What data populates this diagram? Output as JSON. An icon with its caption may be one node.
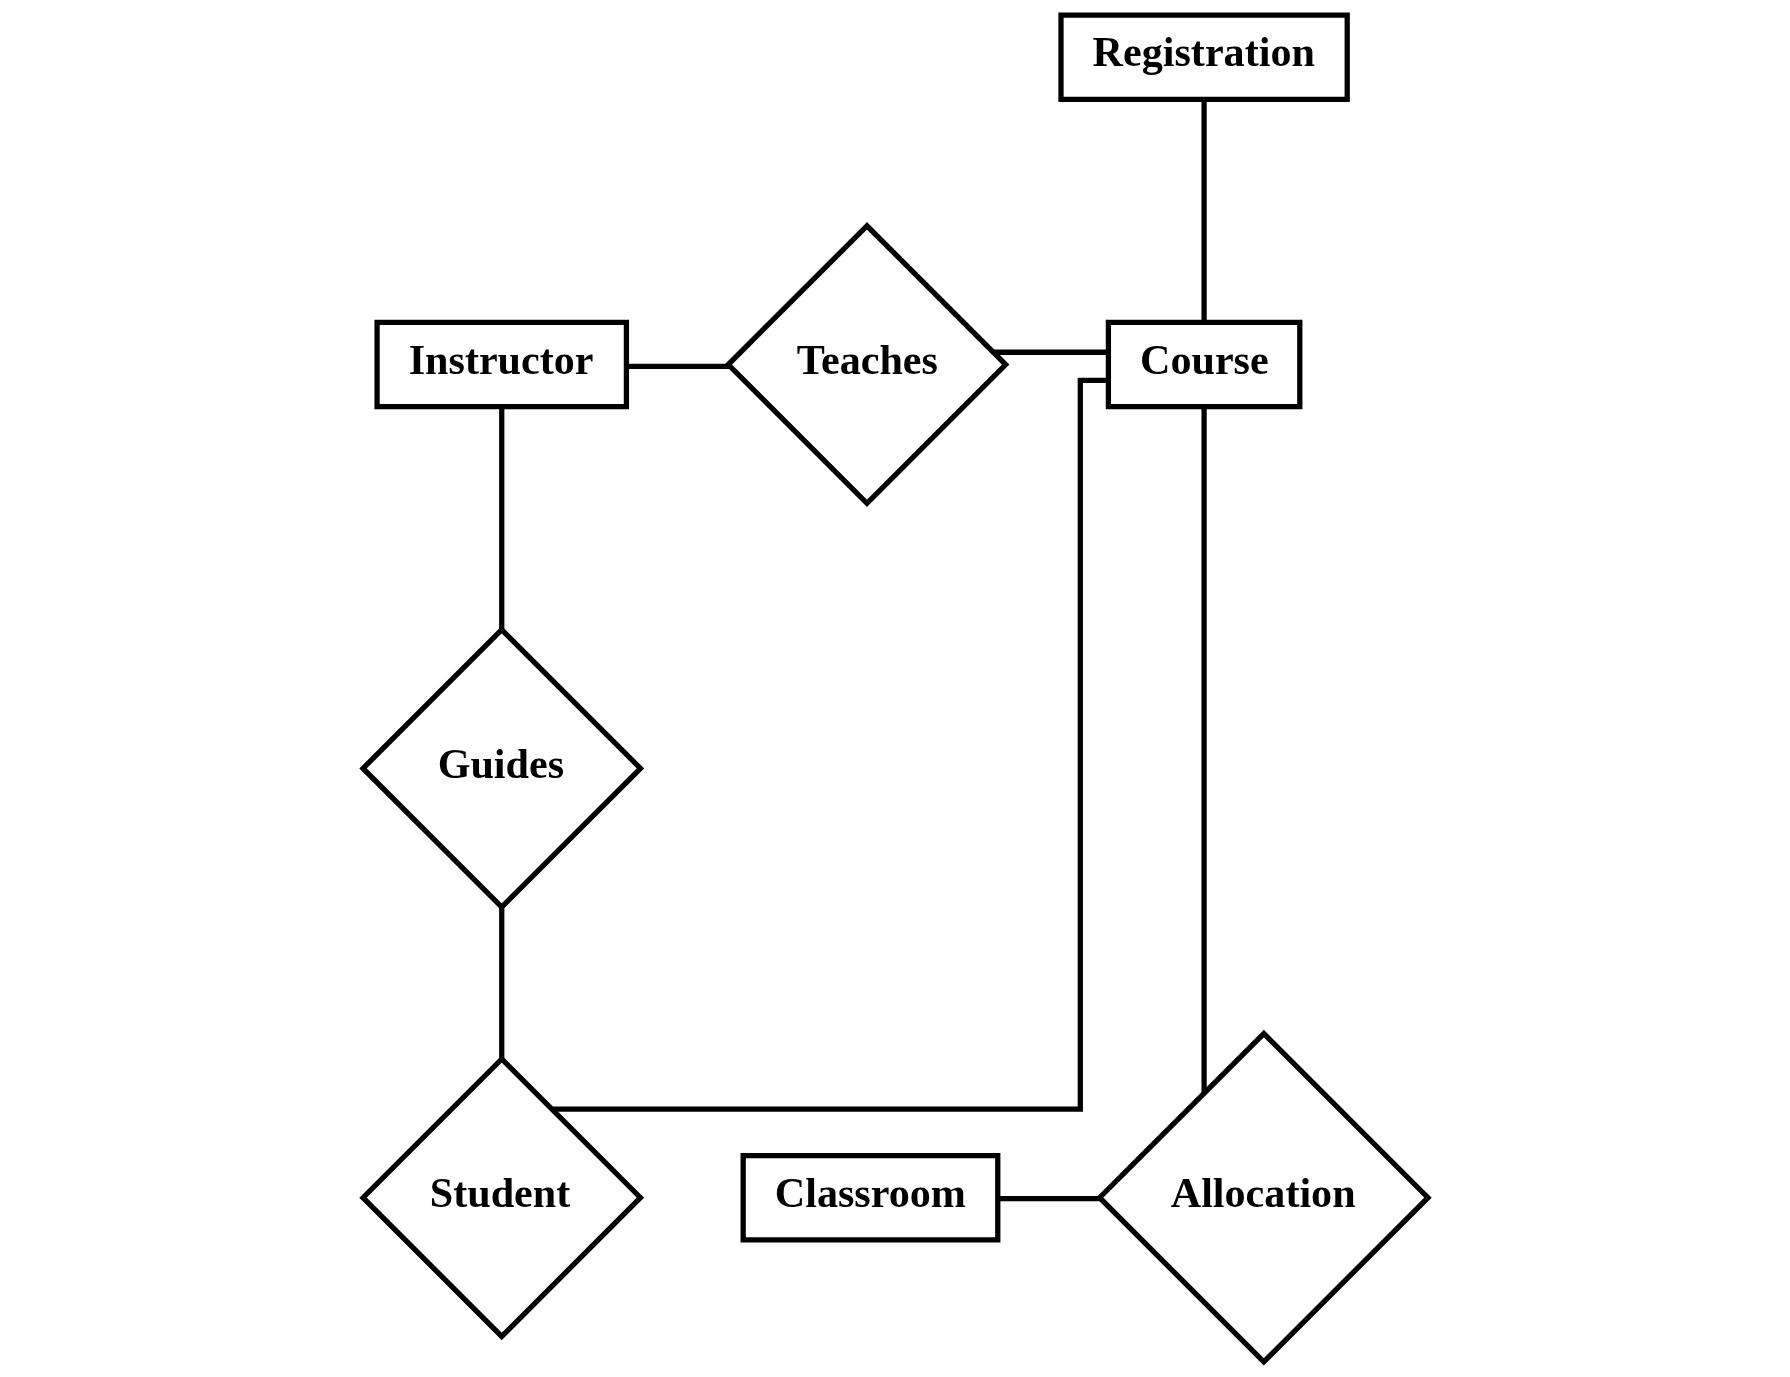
{
  "diagram": {
    "nodes": [
      {
        "text": [
          "Registration"
        ]
      },
      {
        "text": [
          "Instructor"
        ]
      },
      {
        "text": [
          "Teaches"
        ]
      },
      {
        "text": [
          "Course"
        ]
      },
      {
        "text": [
          "Student"
        ]
      },
      {
        "text": [
          "Classroom"
        ]
      },
      {
        "text": [
          "Allocation"
        ]
      },
      {
        "text": [
          "Guides"
        ]
      }
    ],
    "edges": [
      {
        "from": 0,
        "to": 3,
        "arrow": "none"
      },
      {
        "from": 1,
        "to": 2,
        "arrow": "none"
      },
      {
        "from": 2,
        "to": 3,
        "arrow": "none"
      },
      {
        "from": 3,
        "to": 4,
        "arrow": "none"
      },
      {
        "from": 3,
        "to": 6,
        "arrow": "none"
      },
      {
        "from": 5,
        "to": 6,
        "arrow": "none"
      },
      {
        "from": 1,
        "to": 7,
        "arrow": "none"
      },
      {
        "from": 7,
        "to": 4,
        "arrow": "none"
      }
    ]
  }
}
